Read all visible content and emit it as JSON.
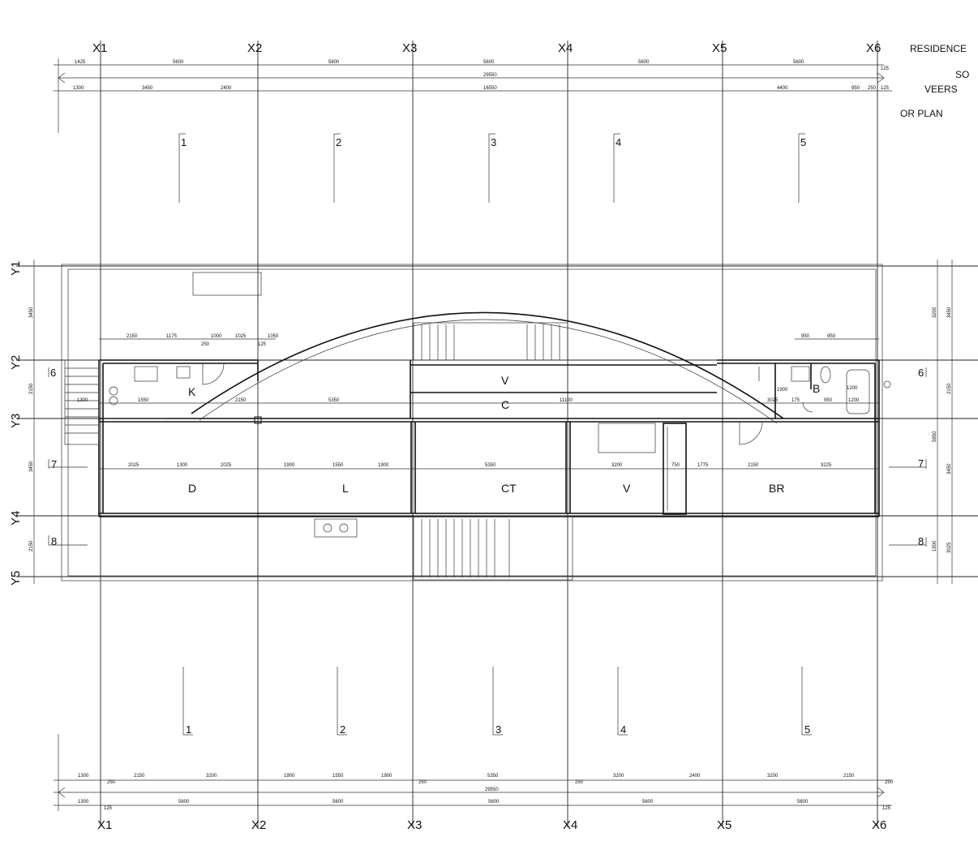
{
  "grid_x": {
    "top": [
      "X1",
      "X2",
      "X3",
      "X4",
      "X5",
      "X6"
    ],
    "bottom": [
      "X1",
      "X2",
      "X3",
      "X4",
      "X5",
      "X6"
    ]
  },
  "grid_y": [
    "Y1",
    "Y2",
    "Y3",
    "Y4",
    "Y5"
  ],
  "rooms": {
    "k": "K",
    "d": "D",
    "l": "L",
    "ct": "CT",
    "v_upper": "V",
    "c": "C",
    "v_lower": "V",
    "br": "BR",
    "b": "B"
  },
  "section_marks": {
    "top": [
      "1",
      "2",
      "3",
      "4",
      "5"
    ],
    "bottom": [
      "1",
      "2",
      "3",
      "4",
      "5"
    ],
    "left": [
      "6",
      "7",
      "8"
    ],
    "right": [
      "6",
      "7",
      "8"
    ]
  },
  "dims_top_row1": [
    "1425",
    "5600",
    "5600",
    "5600",
    "5600",
    "5600"
  ],
  "dims_top_total": "29550",
  "dims_top_row3": [
    "1300",
    "3450",
    "2400",
    "16550",
    "4400",
    "950",
    "250",
    "125",
    "125"
  ],
  "dims_bottom_row1": [
    "1300",
    "250",
    "2150",
    "3200",
    "1900",
    "1550",
    "1900",
    "250",
    "5350",
    "250",
    "3200",
    "2400",
    "3200",
    "2150",
    "250"
  ],
  "dims_bottom_total": "29550",
  "dims_bottom_row3": [
    "1300",
    "125",
    "5600",
    "5600",
    "5600",
    "5600",
    "5600",
    "125"
  ],
  "dims_left": [
    "3450",
    "2150",
    "3450",
    "2150"
  ],
  "dims_right": [
    "3200",
    "3450",
    "5850",
    "3450",
    "2150",
    "1900",
    "3025"
  ],
  "dims_interior": [
    "2150",
    "1175",
    "1000",
    "1025",
    "1050",
    "1300",
    "1550",
    "2150",
    "5350",
    "11100",
    "2025",
    "1300",
    "2025",
    "1900",
    "1550",
    "1900",
    "5350",
    "3200",
    "750",
    "1775",
    "2150",
    "3225",
    "950",
    "950",
    "1200",
    "950",
    "1200",
    "3025",
    "1900",
    "175",
    "125",
    "250"
  ],
  "faint_title": [
    "RESIDENCE",
    "SO",
    "VEERS",
    "OR PLAN"
  ]
}
